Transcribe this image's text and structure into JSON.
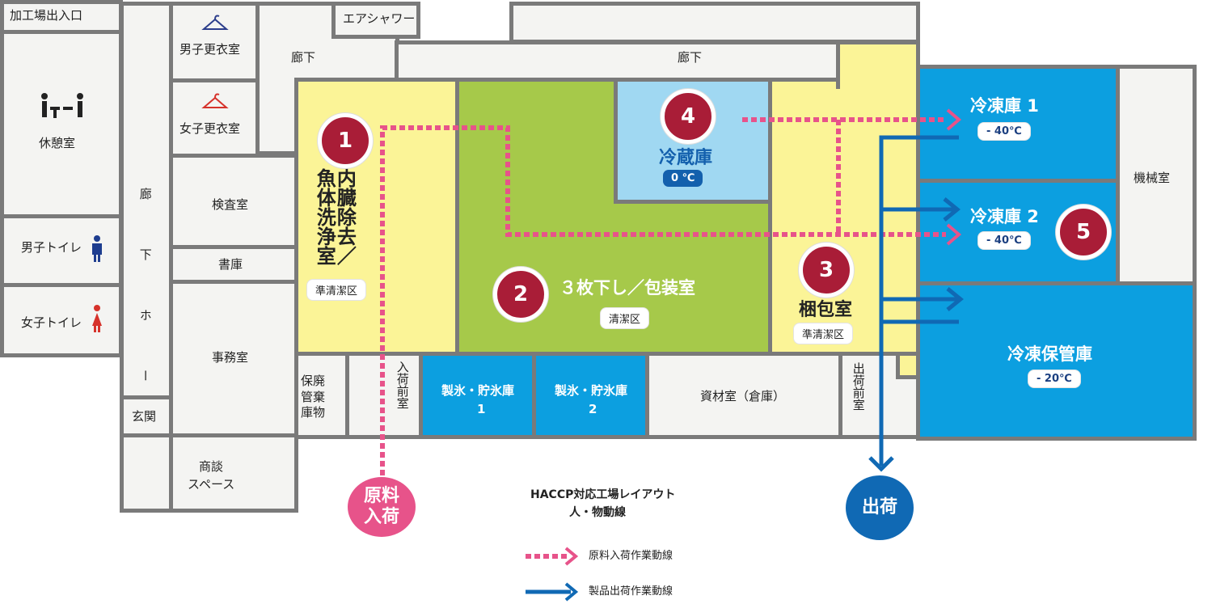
{
  "rooms": {
    "entrance_exit": "加工場出入口",
    "break_room": "休憩室",
    "male_toilet": "男子トイレ",
    "female_toilet": "女子トイレ",
    "corridor_hall": "廊下ホール",
    "genkan": "玄関",
    "men_locker": "男子更衣室",
    "women_locker": "女子更衣室",
    "inspection": "検査室",
    "library": "書庫",
    "office": "事務室",
    "meeting": "商談スペース",
    "air_shower": "エアシャワー",
    "corridor_a": "廊下",
    "corridor_b": "廊下",
    "fish_wash": "内臓除去／魚体洗浄室",
    "fillet_pack": "３枚下し／包装室",
    "cold_storage": "冷蔵庫",
    "packing": "梱包室",
    "freezer1": "冷凍庫 1",
    "freezer2": "冷凍庫 2",
    "freezer_store": "冷凍保管庫",
    "machine": "機械室",
    "waste_store": "保管廃棄物庫",
    "inbound_ante": "入荷前室",
    "ice1_l1": "製氷・貯氷庫",
    "ice1_l2": "1",
    "ice2_l1": "製氷・貯氷庫",
    "ice2_l2": "2",
    "materials": "資材室（倉庫）",
    "outbound_ante": "出荷前室"
  },
  "zones": {
    "semi_clean_1": "準清潔区",
    "clean": "清潔区",
    "semi_clean_3": "準清潔区"
  },
  "temps": {
    "cold": "0 ℃",
    "freezer1": "- 40℃",
    "freezer2": "- 40℃",
    "freezer_store": "- 20℃"
  },
  "steps": [
    "1",
    "2",
    "3",
    "4",
    "5"
  ],
  "raw_in": "原料入荷",
  "ship": "出荷",
  "legend": {
    "title_l1": "HACCP対応工場レイアウト",
    "title_l2": "人・物動線",
    "raw": "原料入荷作業動線",
    "product": "製品出荷作業動線"
  },
  "colors": {
    "wall": "#7a7a7a",
    "semi_clean": "#fbf497",
    "clean": "#a6c94a",
    "cold": "#a0d8f2",
    "freezer": "#0c9fe0",
    "badge": "#a91d37",
    "raw_line": "#e7538a",
    "product_line": "#1069b4"
  },
  "icons": [
    "seat-people-icon",
    "hanger-icon",
    "male-person-icon",
    "female-person-icon"
  ]
}
